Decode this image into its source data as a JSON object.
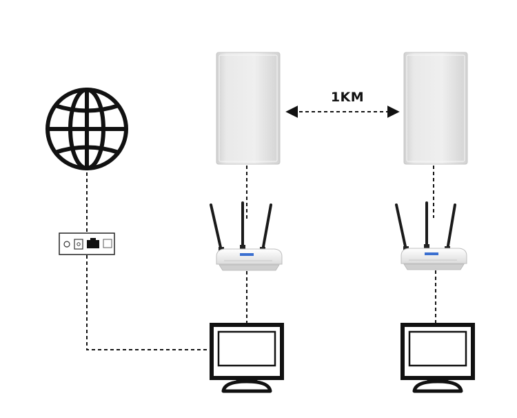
{
  "diagram": {
    "distance_label": "1KM",
    "nodes": [
      {
        "id": "internet",
        "icon": "globe-icon"
      },
      {
        "id": "wall-port",
        "icon": "ethernet-wall-plate-icon"
      },
      {
        "id": "bridge-a",
        "icon": "outdoor-cpe-icon"
      },
      {
        "id": "bridge-b",
        "icon": "outdoor-cpe-icon"
      },
      {
        "id": "router-a",
        "icon": "wifi-router-icon"
      },
      {
        "id": "router-b",
        "icon": "wifi-router-icon"
      },
      {
        "id": "computer-a",
        "icon": "monitor-icon"
      },
      {
        "id": "computer-b",
        "icon": "monitor-icon"
      }
    ],
    "links": [
      {
        "from": "internet",
        "to": "wall-port",
        "style": "dashed"
      },
      {
        "from": "wall-port",
        "to": "computer-a",
        "style": "dashed"
      },
      {
        "from": "bridge-a",
        "to": "router-a",
        "style": "dashed"
      },
      {
        "from": "router-a",
        "to": "computer-a",
        "style": "dashed"
      },
      {
        "from": "bridge-b",
        "to": "router-b",
        "style": "dashed"
      },
      {
        "from": "router-b",
        "to": "computer-b",
        "style": "dashed"
      },
      {
        "from": "bridge-a",
        "to": "bridge-b",
        "style": "dashed-double-arrow"
      }
    ],
    "colors": {
      "line": "#111111",
      "device_body": "#e4e4e4",
      "router_body": "#f4f4f4",
      "accent_blue": "#3a6fd0"
    }
  }
}
